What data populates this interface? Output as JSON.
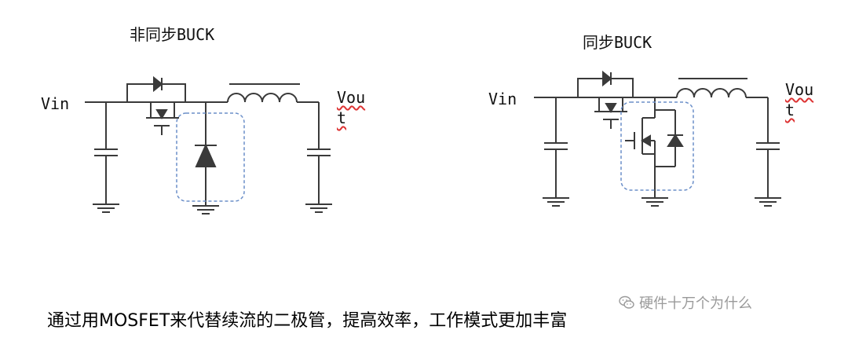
{
  "left": {
    "title": "非同步BUCK",
    "vin": "Vin",
    "vout_line1": "Vou",
    "vout_line2": "t"
  },
  "right": {
    "title": "同步BUCK",
    "vin": "Vin",
    "vout_line1": "Vou",
    "vout_line2": "t"
  },
  "caption": "通过用MOSFET来代替续流的二极管，提高效率，工作模式更加丰富",
  "watermark": {
    "icon": "wechat-icon",
    "text": "硬件十万个为什么"
  },
  "colors": {
    "wire": "#3a3a3a",
    "highlight_box": "#6b8fc9",
    "text": "#111111"
  }
}
